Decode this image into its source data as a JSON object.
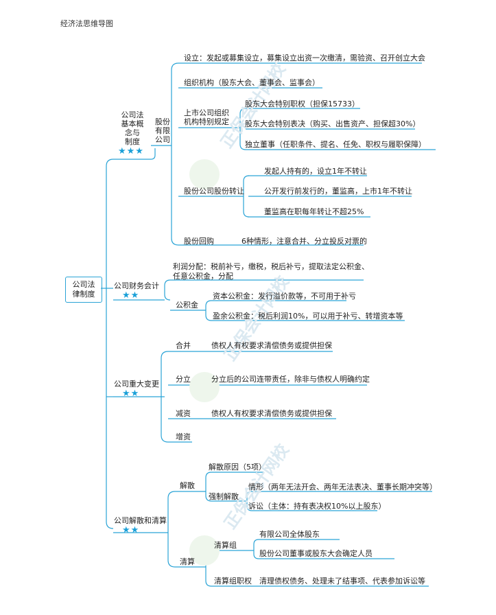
{
  "page_title": "经济法思维导图",
  "root": "公司法\n律制度",
  "watermark": "正保会计网校",
  "branches": {
    "b1": {
      "label": "公司法\n基本概\n念与\n制度",
      "stars": "★★★",
      "sub": "股份\n有限\n公司",
      "items": {
        "setup": "设立：发起或募集设立，募集设立出资一次缴清，需验资、召开创立大会",
        "org": "组织机构（股东大会、董事会、监事会）",
        "listed": "上市公司组织\n机构特别规定",
        "listed_items": [
          "股东大会特别职权（担保15733）",
          "股东大会特别表决（购买、出售资产、担保超30%）",
          "独立董事（任职条件、提名、任免、职权与履职保障）"
        ],
        "transfer": "股份公司股份转让",
        "transfer_items": [
          "发起人持有的，设立1年不转让",
          "公开发行前发行的，董监高，上市1年不转让",
          "董监高在职每年转让不超25%"
        ],
        "buyback": "股份回购",
        "buyback_detail": "6种情形，注意合并、分立投反对票的"
      }
    },
    "b2": {
      "label": "公司财务会计",
      "stars": "★★",
      "profit_line1": "利润分配：税前补亏，缴税，税后补亏，提取法定公积金、",
      "profit_line2": "任意公积金，分配",
      "reserve": "公积金",
      "reserve_items": [
        "资本公积金：发行溢价款等，不可用于补亏",
        "盈余公积金：税后利润10%，可以用于补亏、转增资本等"
      ]
    },
    "b3": {
      "label": "公司重大变更",
      "stars": "★★",
      "items": [
        {
          "k": "合并",
          "v": "债权人有权要求清偿债务或提供担保"
        },
        {
          "k": "分立",
          "v": "分立后的公司连带责任，除非与债权人明确约定"
        },
        {
          "k": "减资",
          "v": "债权人有权要求清偿债务或提供担保"
        },
        {
          "k": "增资",
          "v": ""
        }
      ]
    },
    "b4": {
      "label": "公司解散和清算",
      "stars": "★★",
      "dissolve": "解散",
      "reasons": "解散原因（5项）",
      "forced": "强制解散",
      "forced_items": [
        "情形（两年无法开会、两年无法表决、董事长期冲突等）",
        "诉讼（主体：持有表决权10%以上股东）"
      ],
      "liquidation": "清算",
      "group": "清算组",
      "group_items": [
        "有限公司全体股东",
        "股份公司董事或股东大会确定人员"
      ],
      "powers": "清算组职权",
      "powers_detail": "清理债权债务、处理未了结事项、代表参加诉讼等"
    }
  },
  "colors": {
    "line": "#29a3d6",
    "star": "#1aa0d8",
    "text": "#222222"
  }
}
